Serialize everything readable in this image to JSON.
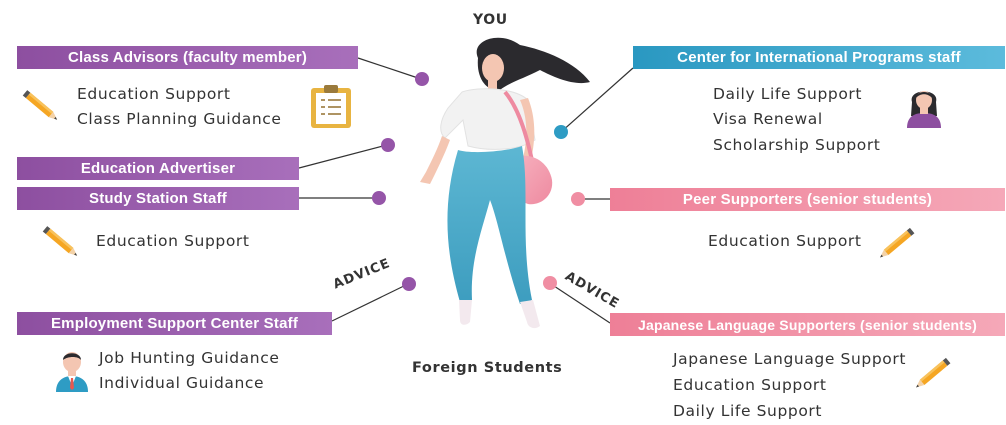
{
  "top_label": "YOU",
  "bottom_label": "Foreign Students",
  "advice_left": "ADVICE",
  "advice_right": "ADVICE",
  "colors": {
    "purple": "#9555a8",
    "blue": "#2e9cc4",
    "pink": "#f08ea3"
  },
  "left_groups": [
    {
      "titles": [
        "Class Advisors (faculty member)"
      ],
      "items": [
        "Education Support",
        "Class Planning Guidance"
      ],
      "icons": [
        "pencil-icon",
        "clipboard-icon"
      ]
    },
    {
      "titles": [
        "Education Advertiser",
        "Study Station Staff"
      ],
      "items": [
        "Education Support"
      ],
      "icons": [
        "pencil-icon"
      ]
    },
    {
      "titles": [
        "Employment Support Center Staff"
      ],
      "items": [
        "Job Hunting Guidance",
        "Individual Guidance"
      ],
      "icons": [
        "man-avatar-icon"
      ]
    }
  ],
  "right_groups": [
    {
      "titles": [
        "Center for International Programs staff"
      ],
      "items": [
        "Daily Life Support",
        "Visa Renewal",
        "Scholarship Support"
      ],
      "icons": [
        "woman-avatar-icon"
      ]
    },
    {
      "titles": [
        "Peer Supporters (senior students)"
      ],
      "items": [
        "Education Support"
      ],
      "icons": [
        "pencil-icon"
      ]
    },
    {
      "titles": [
        "Japanese Language Supporters (senior students)"
      ],
      "items": [
        "Japanese Language Support",
        "Education Support",
        "Daily Life Support"
      ],
      "icons": [
        "pencil-icon"
      ]
    }
  ]
}
